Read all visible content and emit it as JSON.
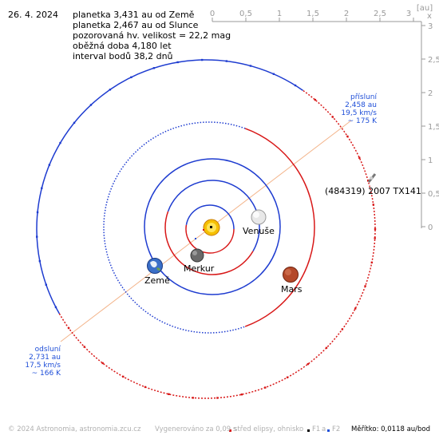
{
  "date": "26. 4. 2024",
  "info_lines": [
    "planetka 3,431 au od Země",
    "planetka 2,467 au od Slunce",
    "pozorovaná hv. velikost = 22,2 mag",
    "oběžná doba 4,180 let",
    "interval bodů 38,2 dnů"
  ],
  "axis": {
    "unit_label": "[au]",
    "top_ticks": [
      "0",
      "0,5",
      "1",
      "1,5",
      "2",
      "2,5",
      "3"
    ],
    "right_ticks": [
      "0",
      "0,5",
      "1",
      "1,5",
      "2",
      "2,5",
      "3"
    ],
    "corner_label": "x"
  },
  "perihelion": {
    "lines": [
      "přísluní",
      "2,458 au",
      "19,5 km/s",
      "~ 175 K"
    ]
  },
  "aphelion": {
    "lines": [
      "odsluní",
      "2,731 au",
      "17,5 km/s",
      "~ 166 K"
    ]
  },
  "asteroid_label": "(484319) 2007 TX141",
  "planets": {
    "venus": "Venuše",
    "earth": "Země",
    "mercury": "Merkur",
    "mars": "Mars"
  },
  "footer": {
    "copyright": "© 2024 Astronomia, astronomia.zcu.cz",
    "generated": "Vygenerováno za 0,09 s",
    "legend_center": "střed elipsy, ohnisko",
    "legend_f1": "F1",
    "legend_a": "a",
    "legend_f2": "F2",
    "scale": "Měřítko: 0,0118 au/bod"
  },
  "colors": {
    "orbit_blue": "#1e3cd0",
    "orbit_red": "#d81818",
    "note_blue": "#1f4fd8",
    "axis_gray": "#9a9a9a",
    "apsis_line": "#f3b48a"
  }
}
